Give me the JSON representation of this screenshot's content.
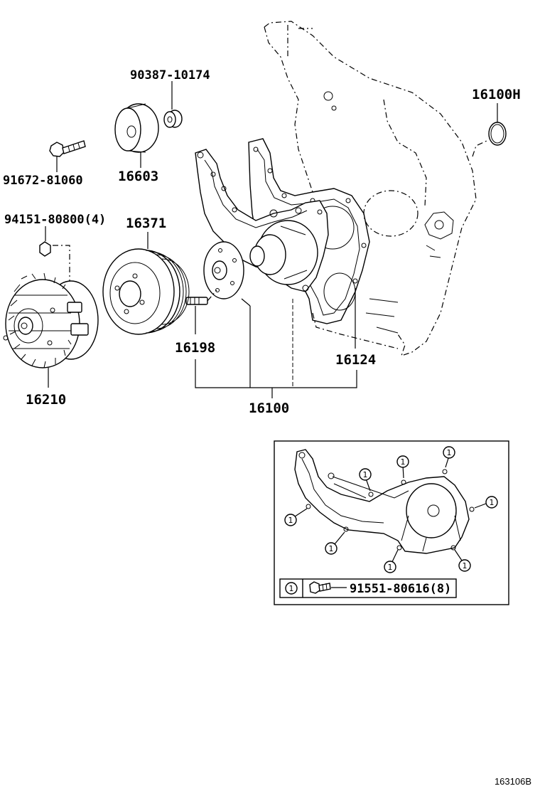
{
  "parts": {
    "p16100H": "16100H",
    "p90387": "90387-10174",
    "p16603": "16603",
    "p91672": "91672-81060",
    "p94151": "94151-80800(4)",
    "p16371": "16371",
    "p16198": "16198",
    "p16124": "16124",
    "p16210": "16210",
    "p16100": "16100"
  },
  "inset": {
    "callout_symbol": "1",
    "bolt_part": "91551-80616(8)"
  },
  "reference_code": "163106B"
}
